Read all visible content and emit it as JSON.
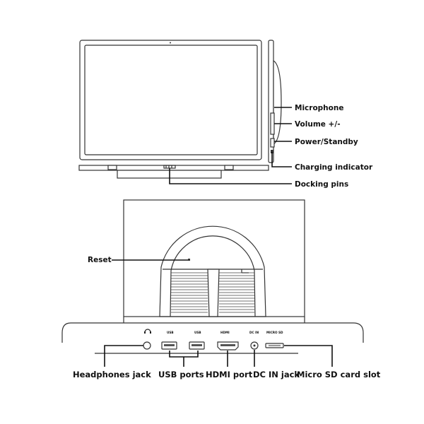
{
  "callouts": {
    "microphone": "Microphone",
    "volume": "Volume +/-",
    "power": "Power/Standby",
    "charging": "Charging indicator",
    "docking": "Docking pins",
    "reset": "Reset",
    "headphones": "Headphones jack",
    "usb": "USB ports",
    "hdmi": "HDMI port",
    "dcin": "DC IN jack",
    "microsd": "Micro SD card slot"
  },
  "port_labels": {
    "usb1": "USB",
    "usb2": "USB",
    "hdmi": "HDMI",
    "dcin": "DC IN",
    "microsd": "MICRO SD"
  },
  "icons": {
    "headphones": "headphones-icon"
  }
}
